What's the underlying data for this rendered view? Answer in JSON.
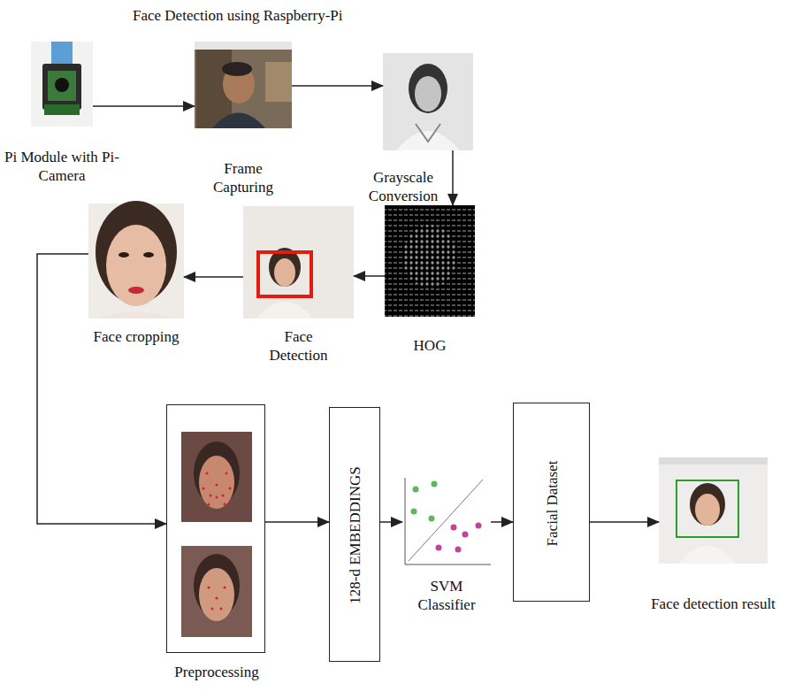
{
  "diagram": {
    "title": "Face Detection using Raspberry-Pi",
    "nodes": [
      {
        "text": [
          "Pi Module with Pi- Camera"
        ]
      },
      {
        "text": [
          "Frame Capturing"
        ]
      },
      {
        "text": [
          "Grayscale Conversion"
        ]
      },
      {
        "text": [
          "HOG"
        ]
      },
      {
        "text": [
          "Face Detection"
        ]
      },
      {
        "text": [
          "Face cropping"
        ]
      },
      {
        "text": [
          "Preprocessing"
        ]
      },
      {
        "text": [
          "128-d EMBEDDINGS"
        ]
      },
      {
        "text": [
          "SVM Classifier"
        ]
      },
      {
        "text": [
          "Facial Dataset"
        ]
      },
      {
        "text": [
          "Face detection result"
        ]
      }
    ],
    "edges": [
      {
        "from": 0,
        "to": 1,
        "arrow": "to"
      },
      {
        "from": 1,
        "to": 2,
        "arrow": "to"
      },
      {
        "from": 2,
        "to": 3,
        "arrow": "to"
      },
      {
        "from": 3,
        "to": 4,
        "arrow": "to"
      },
      {
        "from": 4,
        "to": 5,
        "arrow": "to"
      },
      {
        "from": 5,
        "to": 6,
        "arrow": "to"
      },
      {
        "from": 6,
        "to": 7,
        "arrow": "to"
      },
      {
        "from": 7,
        "to": 8,
        "arrow": "to"
      },
      {
        "from": 8,
        "to": 9,
        "arrow": "to"
      },
      {
        "from": 9,
        "to": 10,
        "arrow": "to"
      }
    ]
  }
}
